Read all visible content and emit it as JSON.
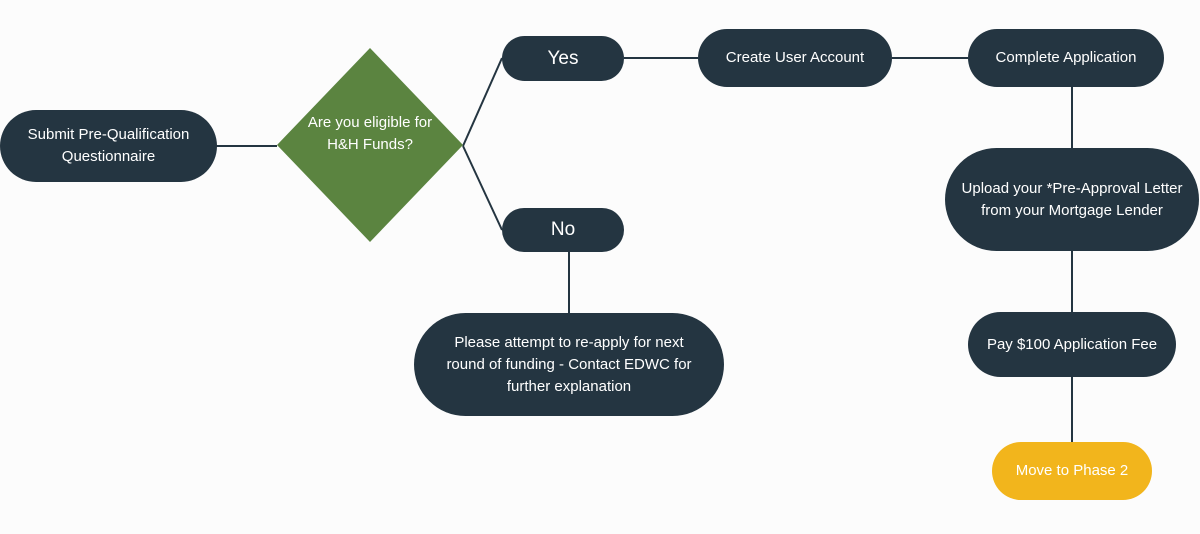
{
  "colors": {
    "node_fill": "#243541",
    "decision_fill": "#5b8440",
    "final_fill": "#f2b51c",
    "connector": "#243541",
    "background": "#fcfcfc",
    "text": "#ffffff"
  },
  "nodes": {
    "submit": "Submit Pre-Qualification Questionnaire",
    "decision": "Are you eligible for H&H Funds?",
    "yes": "Yes",
    "no": "No",
    "create_account": "Create User Account",
    "complete_application": "Complete Application",
    "upload_letter": "Upload your *Pre-Approval Letter from your Mortgage Lender",
    "pay_fee": "Pay $100 Application Fee",
    "phase_2": "Move to Phase 2",
    "reapply": "Please attempt to re-apply for next round of funding - Contact EDWC for further explanation"
  }
}
